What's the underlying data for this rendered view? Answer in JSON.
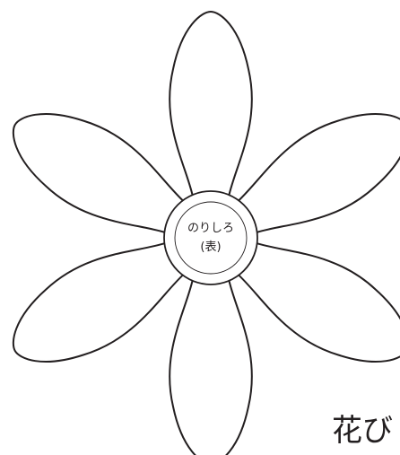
{
  "template": {
    "glue_label_line1": "のりしろ",
    "glue_label_line2": "(表)",
    "footer_caption": "花び"
  }
}
